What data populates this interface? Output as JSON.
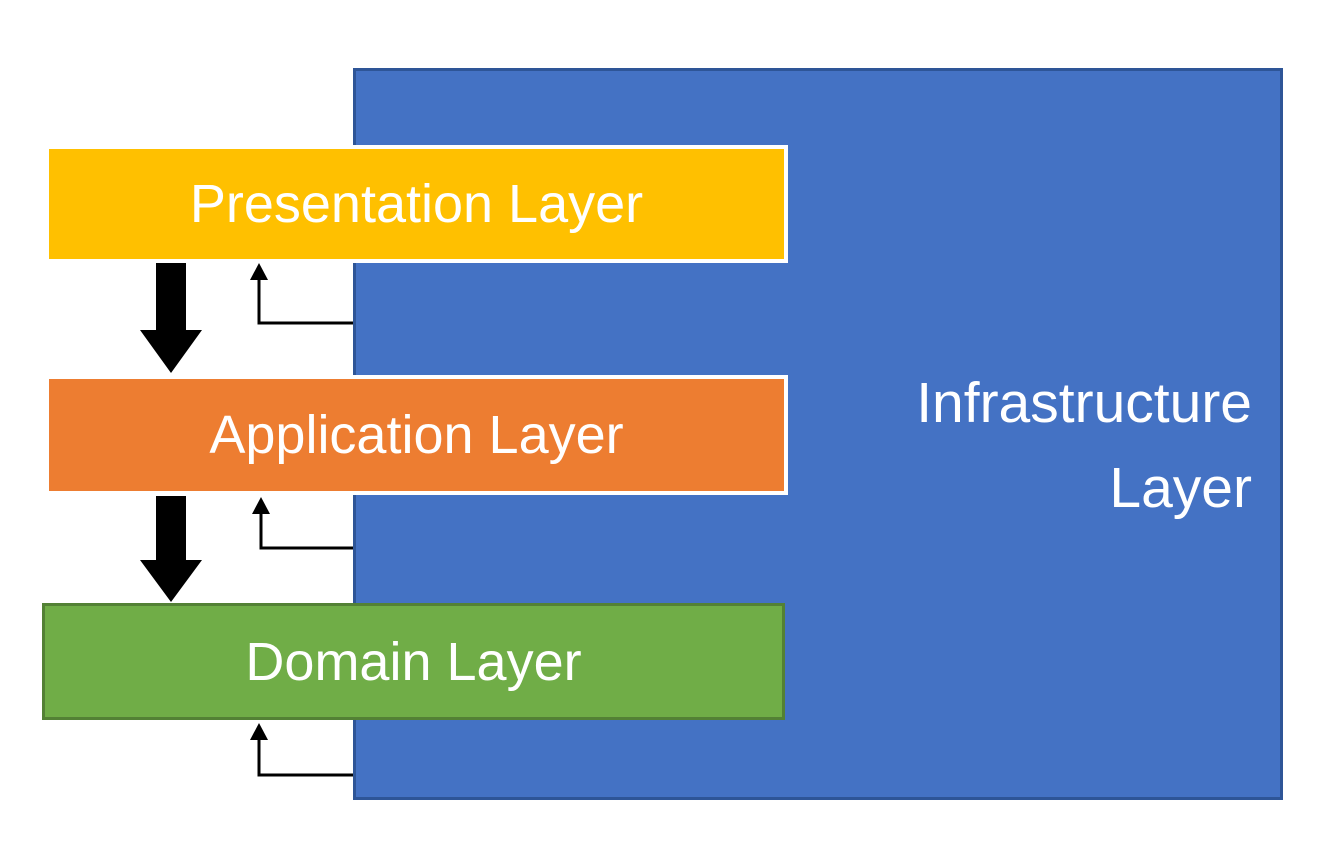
{
  "diagram": {
    "infrastructure": {
      "label_line1": "Infrastructure",
      "label_line2": "Layer",
      "fill": "#4472C4",
      "border": "#2E5597",
      "text_color": "#FFFFFF"
    },
    "layers": [
      {
        "label": "Presentation Layer",
        "fill": "#FFC000",
        "border": "#FFFFFF",
        "text_color": "#FFFFFF"
      },
      {
        "label": "Application Layer",
        "fill": "#ED7D31",
        "border": "#FFFFFF",
        "text_color": "#FFFFFF"
      },
      {
        "label": "Domain Layer",
        "fill": "#70AD47",
        "border": "#538135",
        "text_color": "#FFFFFF"
      }
    ],
    "arrows": {
      "down_arrow_color": "#000000",
      "return_arrow_color": "#000000"
    }
  }
}
